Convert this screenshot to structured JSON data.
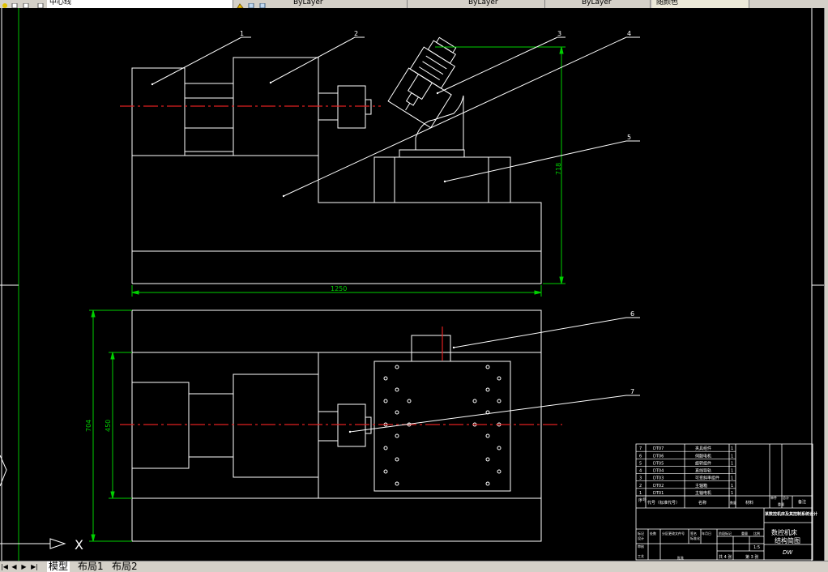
{
  "toolbar": {
    "layer_name": "中心线",
    "layer_combo_1": "ByLayer",
    "layer_combo_2": "ByLayer",
    "layer_combo_3": "ByLayer",
    "plot_style": "随颜色"
  },
  "drawing": {
    "callouts": [
      "1",
      "2",
      "3",
      "4",
      "5",
      "6",
      "7"
    ],
    "dim_width_top": "1250",
    "dim_height_top": "718",
    "dim_height_outer": "704",
    "dim_height_inner": "450"
  },
  "title_block": {
    "parts": [
      {
        "no": "7",
        "code": "DT07",
        "name": "夹具组件",
        "qty": "1"
      },
      {
        "no": "6",
        "code": "DT06",
        "name": "伺服电机",
        "qty": "1"
      },
      {
        "no": "5",
        "code": "DT05",
        "name": "旋转组件",
        "qty": "1"
      },
      {
        "no": "4",
        "code": "DT04",
        "name": "直线导轨",
        "qty": "1"
      },
      {
        "no": "3",
        "code": "DT03",
        "name": "可变斜率组件",
        "qty": "1"
      },
      {
        "no": "2",
        "code": "DT02",
        "name": "主轴箱",
        "qty": "1"
      },
      {
        "no": "1",
        "code": "DT01",
        "name": "主轴电机",
        "qty": "1"
      }
    ],
    "header": {
      "no": "序号",
      "code": "代号（标准代号）",
      "name": "名称",
      "qty": "数量",
      "material": "材料",
      "single": "单件",
      "total": "总计",
      "weight": "重量",
      "remark": "备注"
    },
    "project": "某数控机床及其控制系统设计",
    "drawing_name_1": "数控机床",
    "drawing_name_2": "结构简图",
    "rev_labels": [
      "标记",
      "处数",
      "分区",
      "更改文件号",
      "签名",
      "年月日"
    ],
    "roles": [
      "设计",
      "审核",
      "工艺"
    ],
    "role_extra": [
      "标准化",
      "批准"
    ],
    "stage_label": "阶段标记",
    "weight_label": "重量",
    "scale_label": "比例",
    "scale": "1:5",
    "sheets": "共 4 张",
    "sheet_no": "第 3 张"
  },
  "statusbar": {
    "tabs": [
      "模型",
      "布局1",
      "布局2"
    ],
    "active_tab": "模型",
    "ucs_x": "X"
  }
}
